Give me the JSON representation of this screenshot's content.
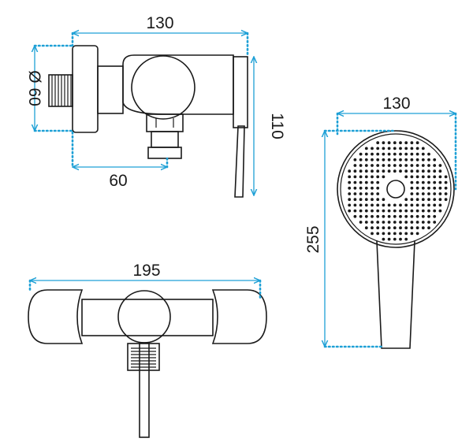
{
  "colors": {
    "dimension": "#1ea0d6",
    "outline": "#1a1a1a",
    "background": "#ffffff"
  },
  "side_view": {
    "width_label": "130",
    "height_label": "110",
    "depth_label": "60",
    "diameter_label": "Ø 60"
  },
  "front_view": {
    "width_label": "195"
  },
  "hand_shower": {
    "width_label": "130",
    "length_label": "255"
  }
}
